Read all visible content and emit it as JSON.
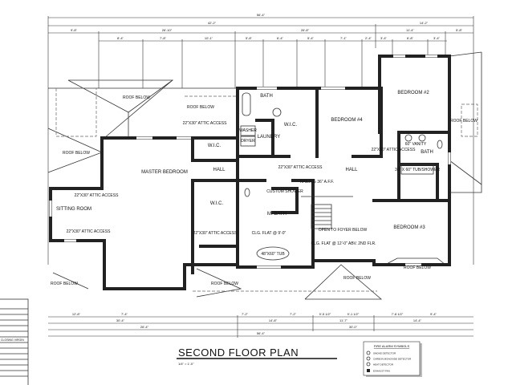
{
  "title": "SECOND FLOOR PLAN",
  "scale": "1/4\" = 1'-0\"",
  "dimensions": {
    "overall_top": "56'-4\"",
    "row2": [
      "42'-2\"",
      "14'-2\""
    ],
    "row3": [
      "9'-8\"",
      "26'-10\"",
      "26'-8\"",
      "11'-4\"",
      "5'-8\""
    ],
    "row4": [
      "8'-4\"",
      "7'-8\"",
      "10'-1\"",
      "5'-8\"",
      "6'-4\"",
      "5'-4\"",
      "7'-1\"",
      "2'-4\"",
      "3'-4\"",
      "6'-8\"",
      "3'-4\""
    ],
    "bottom_row1": [
      "12'-8\"",
      "7'-4\"",
      "7'-2\"",
      "7'-2\"",
      "9'-5 1/2\"",
      "9'-1 1/2\"",
      "7'-8 1/2\"",
      "9'-4\""
    ],
    "bottom_row2": [
      "30'-4\"",
      "14'-8\"",
      "11'-7\"",
      "14'-4\""
    ],
    "bottom_row3": [
      "26'-4\"",
      "30'-0\""
    ],
    "overall_bottom": "56'-4\""
  },
  "rooms": {
    "master_bedroom": "MASTER BEDROOM",
    "sitting_room": "SITTING ROOM",
    "wic": "W.I.C.",
    "hall": "HALL",
    "bath": "BATH",
    "laundry": "LAUNDRY",
    "washer": "WASHER",
    "dryer": "DRYER",
    "bedroom4": "BEDROOM #4",
    "bedroom2": "BEDROOM #2",
    "bedroom3": "BEDROOM #3",
    "m_bath": "M. BATH",
    "custom_shower": "CUSTOM SHOWER",
    "roof_below": "ROOF BELOW",
    "open_to_foyer": "OPEN TO FOYER BELOW",
    "attic_access": "22\"X30\" ATTIC ACCESS",
    "tub": "48\"X60\" TUB",
    "tub_shower": "30\" X 60\" TUB/SHOWER",
    "vanity": "60\" VANITY",
    "railing": "RAILING 36\" A.F.F.",
    "clg_flat_9": "CLG. FLAT @ 9'-0\"",
    "clg_flat_12": "CLG. FLAT @ 12'-0\" ABV. 2ND FLR."
  },
  "legend": {
    "title": "FIRE ALARM SYMBOLS",
    "items": [
      {
        "icon": "smoke-detector-icon",
        "label": "SMOKE DETECTOR"
      },
      {
        "icon": "carbon-monoxide-detector-icon",
        "label": "CARBON MONOXIDE DETECTOR"
      },
      {
        "icon": "heat-detector-icon",
        "label": "HEAT DETECTOR"
      },
      {
        "icon": "exhaust-fan-icon",
        "label": "EXHAUST FAN"
      }
    ]
  },
  "side_table": {
    "label": "CLOSING VIRGIN"
  }
}
